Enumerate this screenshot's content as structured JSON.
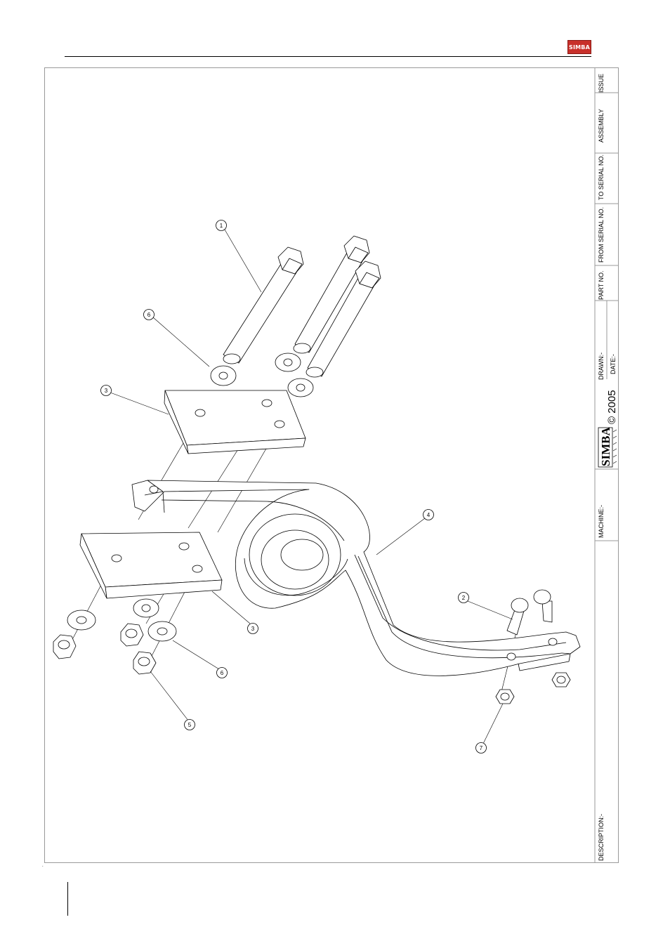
{
  "header": {
    "logo_text": "SIMBA"
  },
  "title_block": {
    "issue_label": "ISSUE",
    "assembly_label": "ASSEMBLY",
    "to_serial_label": "TO SERIAL NO.",
    "from_serial_label": "FROM SERIAL NO.",
    "part_no_label": "PART NO.",
    "drawn_label": "DRAWN:-",
    "date_label": "DATE:-",
    "copyright": "© 2005",
    "brand": "SIMBA",
    "machine_label": "MACHINE:-",
    "description_label": "DESCRIPTION:-"
  },
  "balloons": [
    "1",
    "2",
    "3",
    "3",
    "4",
    "5",
    "6",
    "6",
    "7"
  ],
  "colors": {
    "logo_red": "#c8302a",
    "line": "#000000",
    "frame": "#999999"
  }
}
